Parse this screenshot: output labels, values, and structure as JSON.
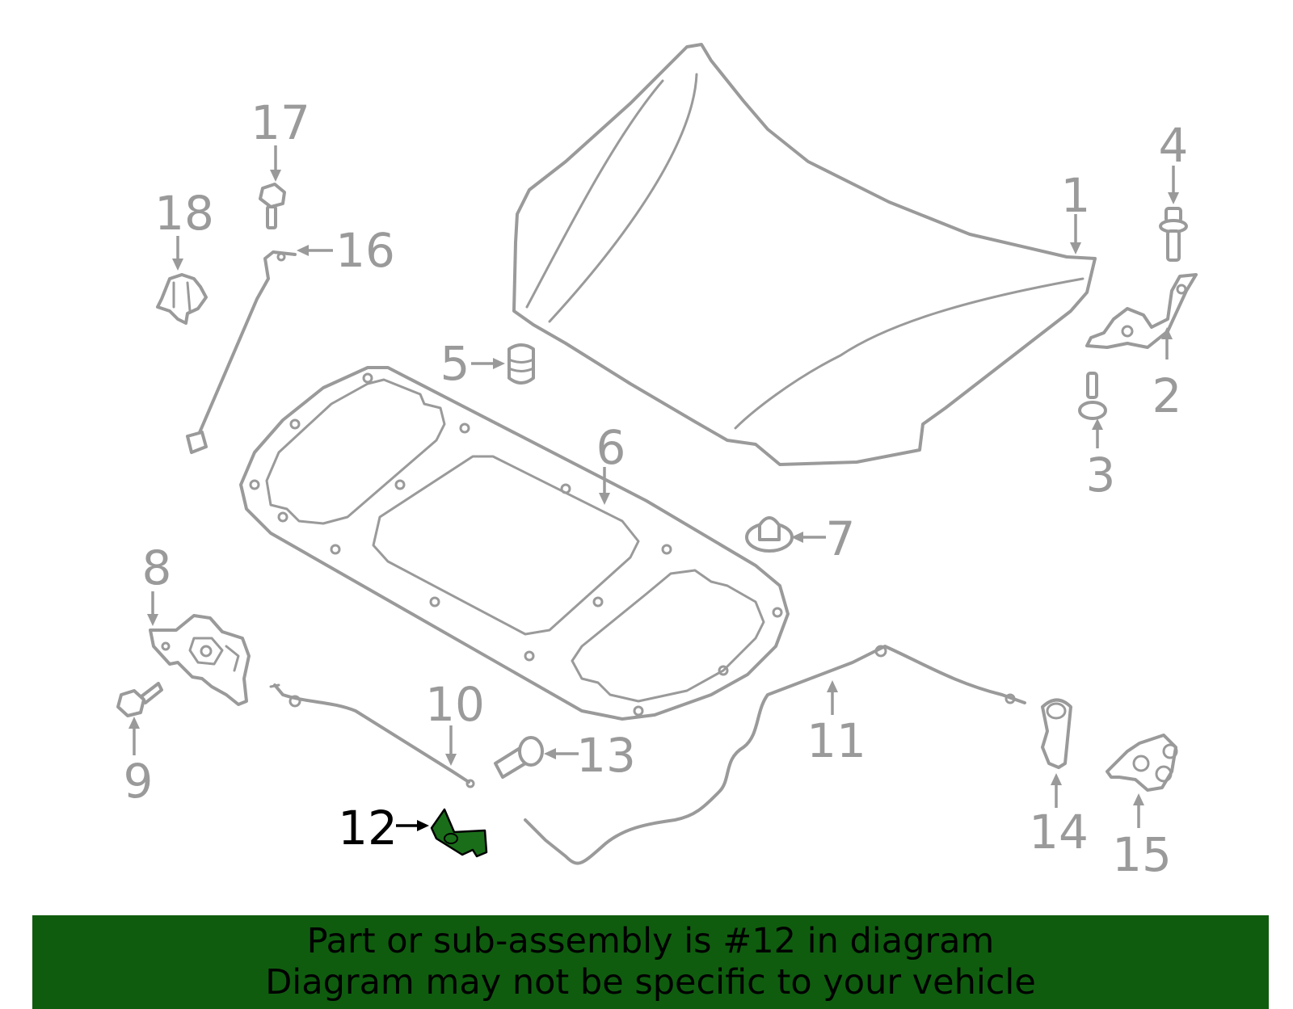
{
  "callouts": {
    "c1": "1",
    "c2": "2",
    "c3": "3",
    "c4": "4",
    "c5": "5",
    "c6": "6",
    "c7": "7",
    "c8": "8",
    "c9": "9",
    "c10": "10",
    "c11": "11",
    "c12": "12",
    "c13": "13",
    "c14": "14",
    "c15": "15",
    "c16": "16",
    "c17": "17",
    "c18": "18"
  },
  "highlight": {
    "part": "12",
    "color": "#1a6e1a"
  },
  "footer": {
    "line1": "Part or sub-assembly is #12 in diagram",
    "line2": "Diagram may not be specific to your vehicle",
    "background": "#0f5c0f"
  }
}
